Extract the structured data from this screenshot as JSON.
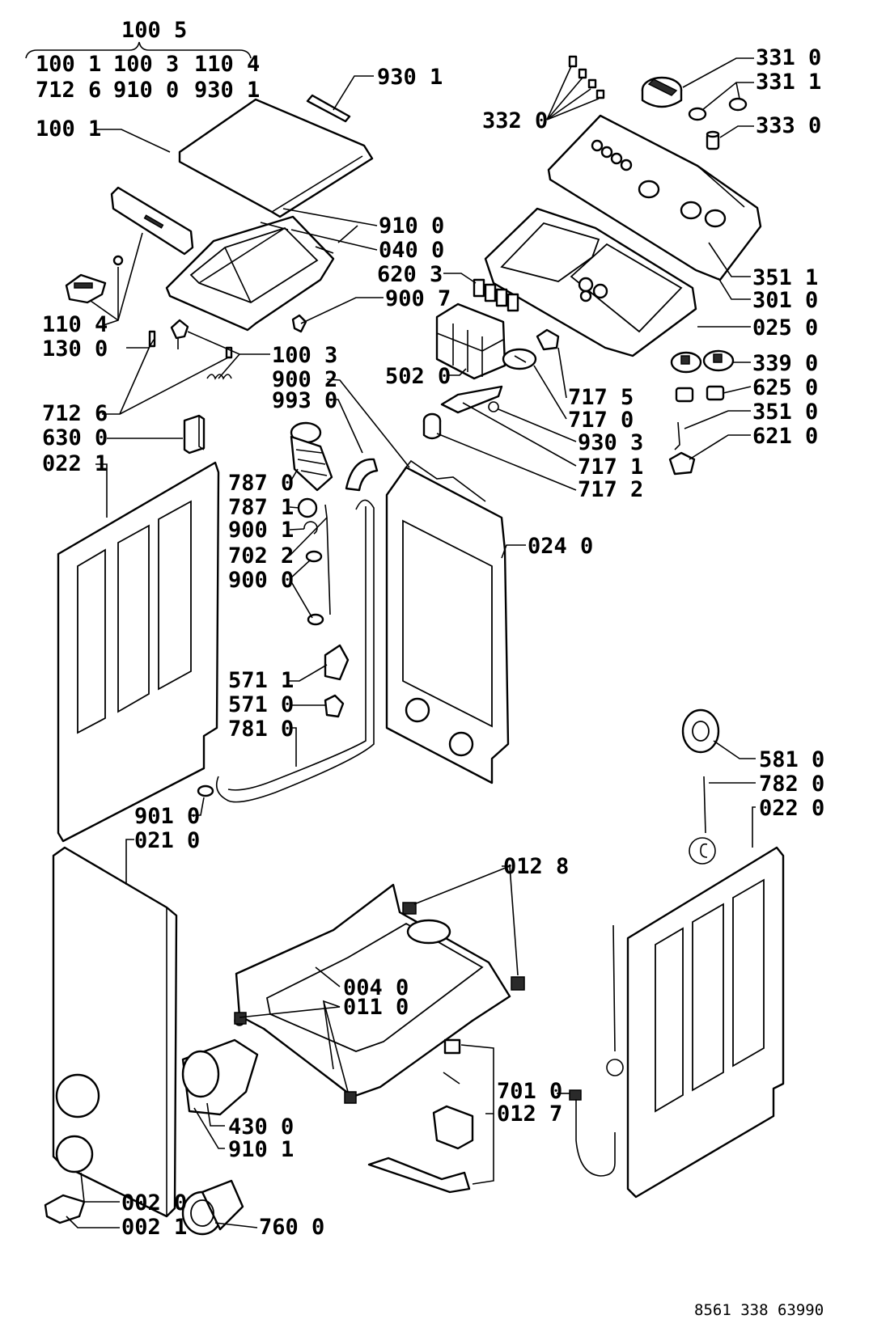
{
  "diagram": {
    "title_group_label": "100 5",
    "group_row1": [
      "100 1",
      "100 3",
      "110 4"
    ],
    "group_row2": [
      "712 6",
      "910 0",
      "930 1"
    ],
    "callouts": {
      "c930_1": "930 1",
      "c100_1": "100 1",
      "c910_0": "910 0",
      "c040_0": "040 0",
      "c620_3": "620 3",
      "c900_7": "900 7",
      "c110_4": "110 4",
      "c130_0": "130 0",
      "c100_3": "100 3",
      "c900_2": "900 2",
      "c993_0": "993 0",
      "c502_0": "502 0",
      "c712_6": "712 6",
      "c630_0": "630 0",
      "c022_1": "022 1",
      "c331_0": "331 0",
      "c331_1": "331 1",
      "c332_0": "332 0",
      "c333_0": "333 0",
      "c351_1": "351 1",
      "c301_0": "301 0",
      "c025_0": "025 0",
      "c339_0": "339 0",
      "c625_0": "625 0",
      "c351_0": "351 0",
      "c621_0": "621 0",
      "c717_5": "717 5",
      "c717_0": "717 0",
      "c930_3": "930 3",
      "c717_1": "717 1",
      "c717_2": "717 2",
      "c787_0": "787 0",
      "c787_1": "787 1",
      "c900_1": "900 1",
      "c702_2": "702 2",
      "c900_0": "900 0",
      "c024_0": "024 0",
      "c571_1": "571 1",
      "c571_0": "571 0",
      "c781_0": "781 0",
      "c901_0": "901 0",
      "c021_0": "021 0",
      "c581_0": "581 0",
      "c782_0": "782 0",
      "c022_0": "022 0",
      "c012_8": "012 8",
      "c004_0": "004 0",
      "c011_0": "011 0",
      "c701_0": "701 0",
      "c012_7": "012 7",
      "c430_0": "430 0",
      "c910_1": "910 1",
      "c002_0": "002 0",
      "c002_1": "002 1",
      "c760_0": "760 0"
    },
    "document_number": "8561 338 63990"
  }
}
